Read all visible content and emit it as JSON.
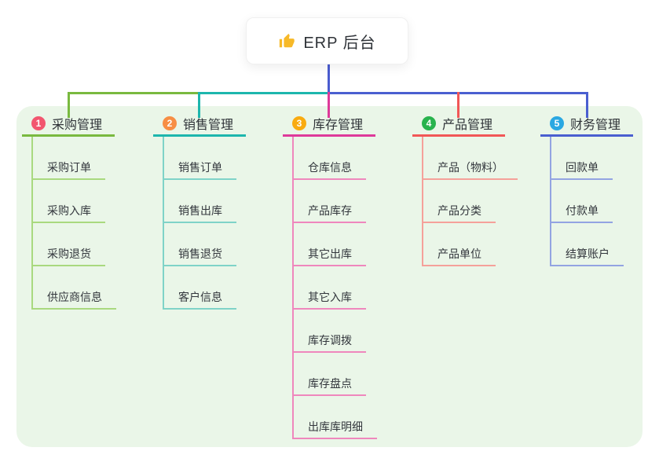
{
  "root": {
    "label": "ERP 后台",
    "icon": "thumbs-up-icon",
    "icon_color": "#f7b928"
  },
  "panel": {
    "bg": "#eaf6e8"
  },
  "connector": {
    "trunk_color": "#4a5ccf"
  },
  "branches": [
    {
      "index": "1",
      "label": "采购管理",
      "badge_color": "#f2566f",
      "line_color": "#79b93f",
      "child_line_color": "#a9d97f",
      "items": [
        "采购订单",
        "采购入库",
        "采购退货",
        "供应商信息"
      ]
    },
    {
      "index": "2",
      "label": "销售管理",
      "badge_color": "#f78e44",
      "line_color": "#1db6ad",
      "child_line_color": "#7fd3c8",
      "items": [
        "销售订单",
        "销售出库",
        "销售退货",
        "客户信息"
      ]
    },
    {
      "index": "3",
      "label": "库存管理",
      "badge_color": "#f9ab10",
      "line_color": "#de3a9a",
      "child_line_color": "#ef87bd",
      "items": [
        "仓库信息",
        "产品库存",
        "其它出库",
        "其它入库",
        "库存调拨",
        "库存盘点",
        "出库库明细"
      ]
    },
    {
      "index": "4",
      "label": "产品管理",
      "badge_color": "#28b34d",
      "line_color": "#f15757",
      "child_line_color": "#f5a19a",
      "items": [
        "产品（物料）",
        "产品分类",
        "产品单位"
      ]
    },
    {
      "index": "5",
      "label": "财务管理",
      "badge_color": "#2aa8e2",
      "line_color": "#4a5fd0",
      "child_line_color": "#93a4e2",
      "items": [
        "回款单",
        "付款单",
        "结算账户"
      ]
    }
  ]
}
